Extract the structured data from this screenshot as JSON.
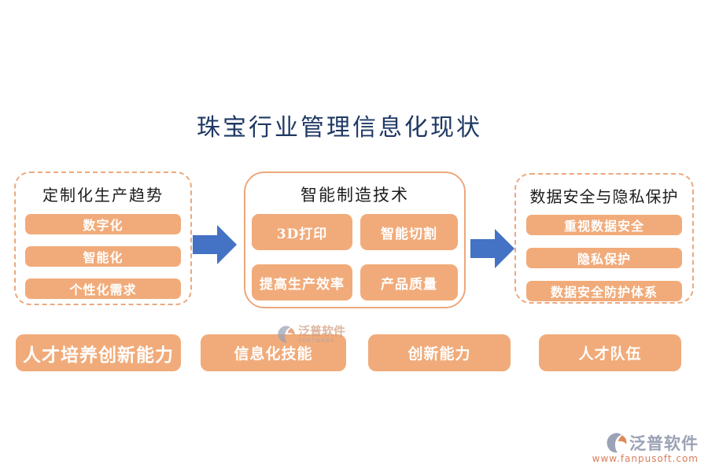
{
  "page": {
    "title": "珠宝行业管理信息化现状"
  },
  "diagram": {
    "boxes": [
      {
        "title": "定制化生产趋势",
        "items": [
          "数字化",
          "智能化",
          "个性化需求"
        ]
      },
      {
        "title": "智能制造技术",
        "items": [
          "3D打印",
          "智能切割",
          "提高生产效率",
          "产品质量"
        ]
      },
      {
        "title": "数据安全与隐私保护",
        "items": [
          "重视数据安全",
          "隐私保护",
          "数据安全防护体系"
        ]
      }
    ],
    "arrows": [
      {
        "icon": "right-arrow"
      },
      {
        "icon": "right-arrow"
      }
    ]
  },
  "bottom_row": {
    "buttons": [
      "人才培养创新能力",
      "信息化技能",
      "创新能力",
      "人才队伍"
    ]
  },
  "watermarks": {
    "center": {
      "brand": "泛普软件",
      "subtext": "SOFTWARE"
    },
    "corner": {
      "brand": "泛普软件",
      "url": "www.fanpusoft.com"
    }
  },
  "colors": {
    "accent_orange": "#F1AB7A",
    "border_orange": "#EBA87E",
    "arrow_blue": "#4472C4",
    "title_blue": "#1F3864",
    "watermark_gray": "#9BA2B5",
    "url_orange": "#D97C5A"
  }
}
